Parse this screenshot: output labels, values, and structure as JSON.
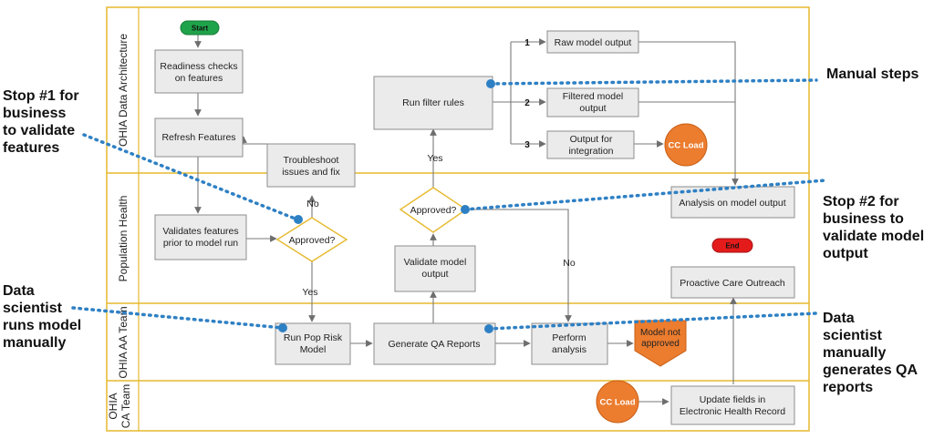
{
  "lanes": [
    {
      "label": "OHIA Data Architecture"
    },
    {
      "label": "Population Health"
    },
    {
      "label": "OHIA AA Team"
    },
    {
      "label": "OHIA CA Team"
    }
  ],
  "nodes": {
    "start": "Start",
    "readiness": [
      "Readiness checks",
      "on features"
    ],
    "refresh": "Refresh Features",
    "troubleshoot": [
      "Troubleshoot",
      "issues and fix"
    ],
    "validates": [
      "Validates features",
      "prior to model run"
    ],
    "approved1": "Approved?",
    "run_filter": "Run filter rules",
    "approved2": "Approved?",
    "validate_model": [
      "Validate model",
      "output"
    ],
    "raw_output": "Raw model output",
    "filtered_output": [
      "Filtered model",
      "output"
    ],
    "output_integration": [
      "Output for",
      "integration"
    ],
    "cc_load_top": "CC Load",
    "analysis": "Analysis on model output",
    "end": "End",
    "outreach": "Proactive Care Outreach",
    "run_pop": [
      "Run Pop Risk",
      "Model"
    ],
    "generate_qa": "Generate QA Reports",
    "perform": [
      "Perform",
      "analysis"
    ],
    "not_approved": [
      "Model not",
      "approved"
    ],
    "cc_load_bottom": "CC Load",
    "update_fields": [
      "Update fields in",
      "Electronic Health Record"
    ]
  },
  "edge_labels": {
    "no1": "No",
    "yes1": "Yes",
    "yes2": "Yes",
    "no2": "No",
    "n1": "1",
    "n2": "2",
    "n3": "3"
  },
  "annotations": {
    "stop1": "Stop #1 for\nbusiness\nto validate\nfeatures",
    "manual": "Manual steps",
    "stop2": "Stop #2 for\nbusiness to\nvalidate model\noutput",
    "ds_runs": "Data\nscientist\nruns model\nmanually",
    "ds_qa": "Data\nscientist\nmanually\ngenerates QA\nreports"
  },
  "colors": {
    "lane_border": "#e6b92e",
    "box_fill": "#ebebeb",
    "box_stroke": "#8c8c8c",
    "start_fill": "#1fa34a",
    "end_fill": "#e41b1b",
    "orange": "#ec7c2e",
    "diamond_stroke": "#e6b92e",
    "dotted": "#2e80c4"
  }
}
